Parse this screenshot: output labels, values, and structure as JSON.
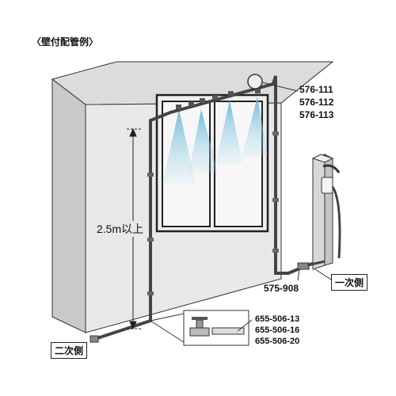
{
  "heading": "〈壁付配管例〉",
  "parts": {
    "nozzle_codes": [
      "576-111",
      "576-112",
      "576-113"
    ],
    "valve_code": "575-908",
    "pipe_codes": [
      "655-506-13",
      "655-506-16",
      "655-506-20"
    ]
  },
  "height_label": "2.5m以上",
  "primary_side": "一次側",
  "secondary_side": "二次側"
}
